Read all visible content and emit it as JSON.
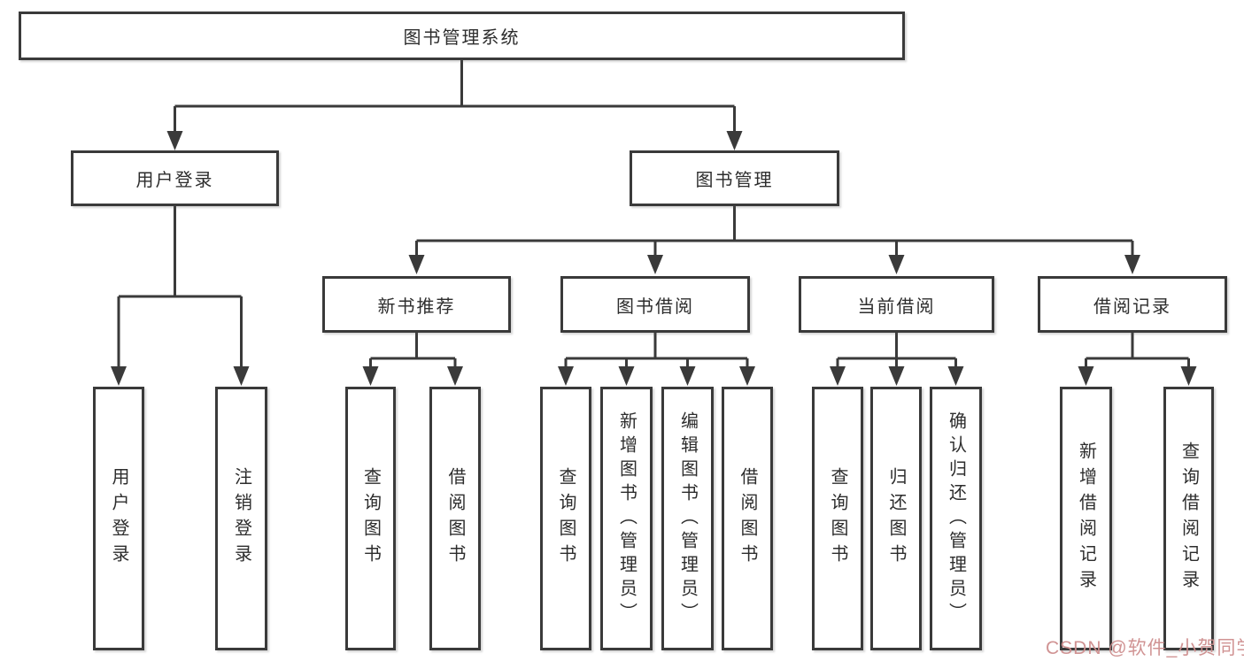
{
  "diagram": {
    "watermark": "CSDN @软件_小贺同学",
    "colors": {
      "line": "#3a3a3a",
      "text": "#2d2d2d",
      "background": "#ffffff",
      "watermark": "#ce8d8d"
    },
    "nodes": {
      "root": "图书管理系统",
      "user_login": "用户登录",
      "book_mgmt": "图书管理",
      "new_book_rec": "新书推荐",
      "book_borrow": "图书借阅",
      "current_borrow": "当前借阅",
      "borrow_record": "借阅记录",
      "ul_login": "用户登录",
      "ul_logout": "注销登录",
      "nb_query": "查询图书",
      "nb_borrow": "借阅图书",
      "bb_query": "查询图书",
      "bb_add": "新增图书（管理员）",
      "bb_edit": "编辑图书（管理员）",
      "bb_borrow": "借阅图书",
      "cb_query": "查询图书",
      "cb_return": "归还图书",
      "cb_confirm": "确认归还（管理员）",
      "br_add": "新增借阅记录",
      "br_query": "查询借阅记录"
    }
  }
}
